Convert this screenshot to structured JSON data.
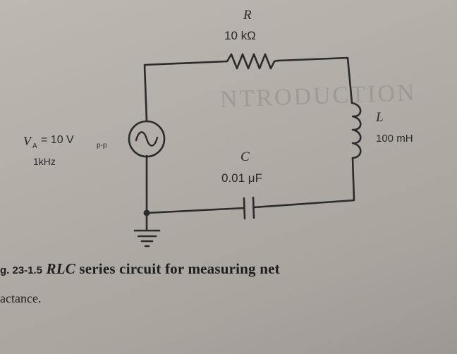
{
  "circuit": {
    "resistor": {
      "symbol": "R",
      "value": "10 kΩ"
    },
    "inductor": {
      "symbol": "L",
      "value": "100 mH"
    },
    "capacitor": {
      "symbol": "C",
      "value": "0.01 μF"
    },
    "source": {
      "symbol": "V",
      "subscript": "A",
      "value_prefix": "= 10 V",
      "value_subscript": "p-p",
      "frequency": "1kHz"
    }
  },
  "caption": {
    "figure_number": "g. 23-1.5",
    "circuit_type": "RLC",
    "title_rest": "series circuit for measuring net",
    "continuation": "actance."
  },
  "background_text": {
    "heading": "NTRODUCTION"
  }
}
